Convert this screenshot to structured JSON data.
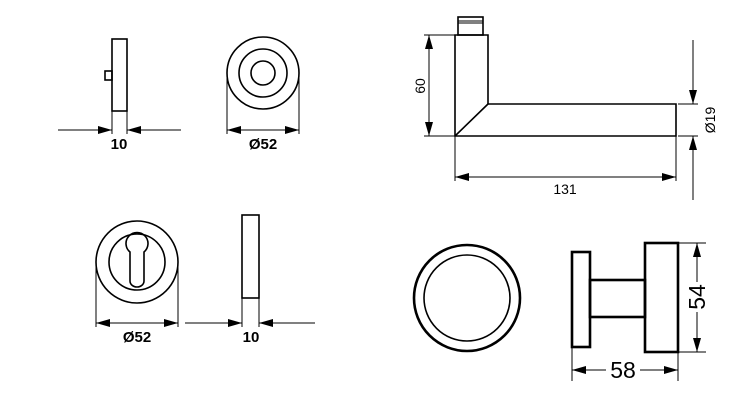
{
  "drawing": {
    "rose_side": {
      "dimension_label": "10"
    },
    "rose_front": {
      "dimension_label": "Ø52"
    },
    "escutcheon_front": {
      "dimension_label": "Ø52"
    },
    "escutcheon_side": {
      "dimension_label": "10"
    },
    "lever": {
      "height_label": "60",
      "length_label": "131",
      "diameter_label": "Ø19"
    },
    "knob": {
      "diameter_label": "54",
      "projection_label": "58"
    }
  }
}
